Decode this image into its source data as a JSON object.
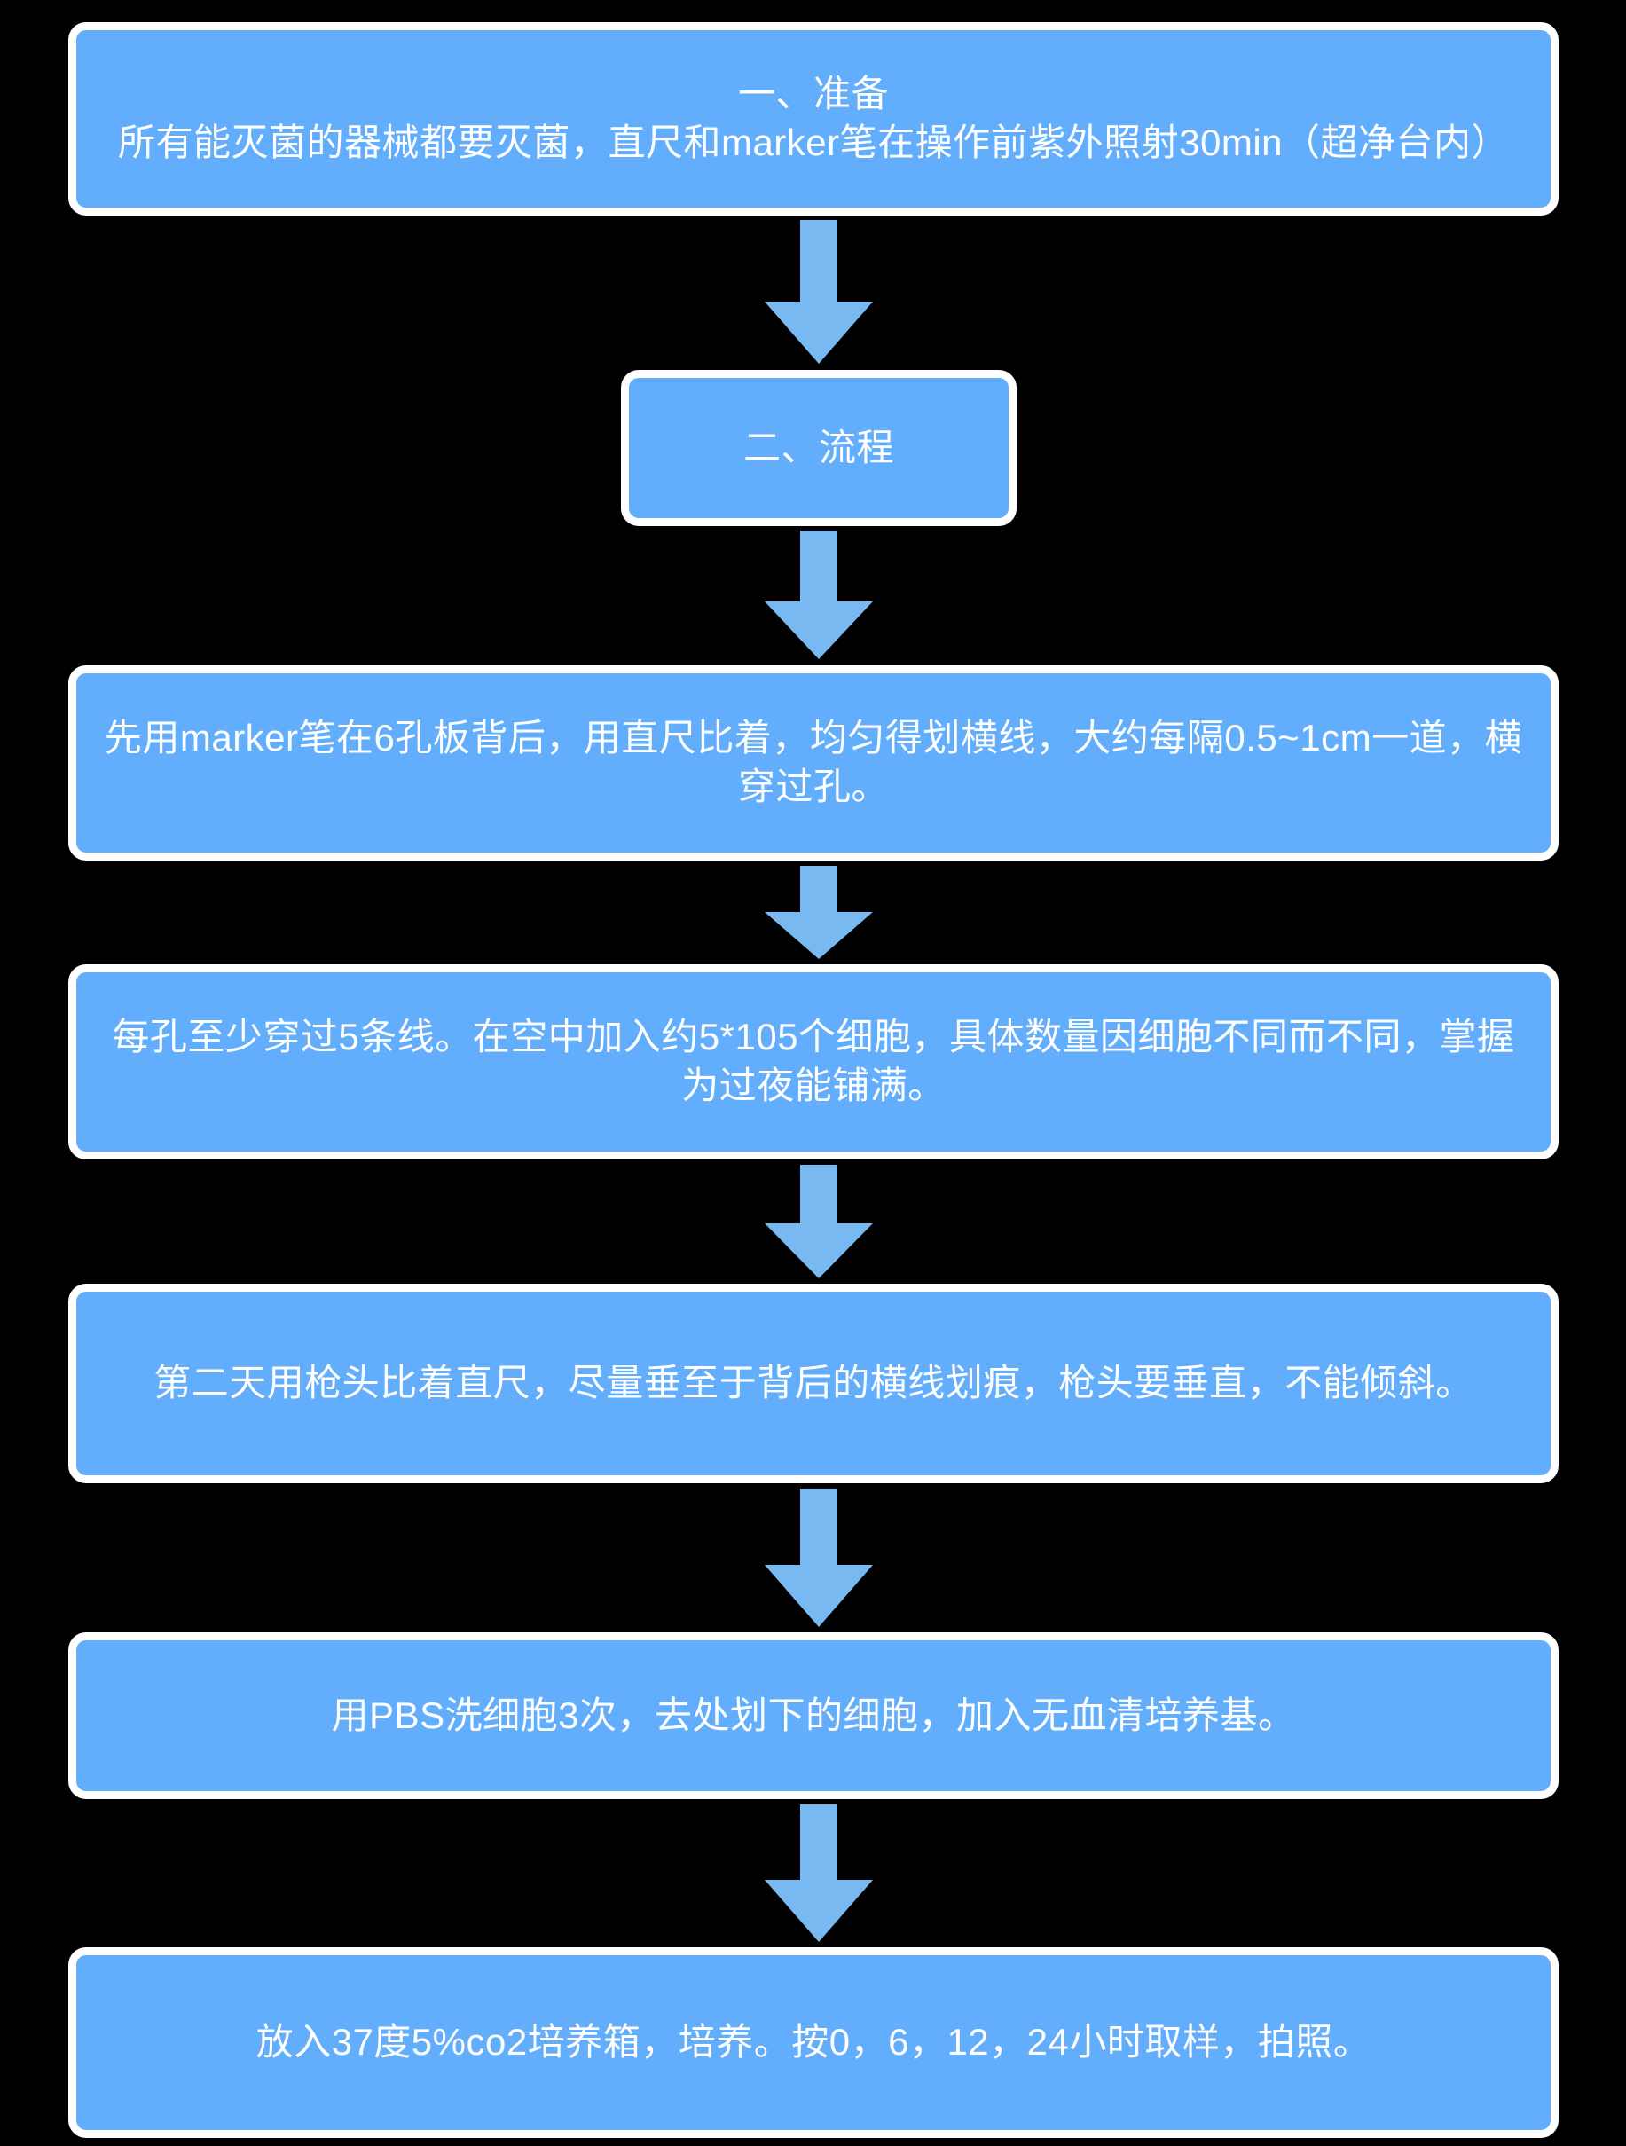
{
  "diagram": {
    "title": "细胞划痕实验流程图",
    "orientation": "top-to-bottom",
    "theme": {
      "node_fill": "#62AEFC",
      "node_border": "#FFFFFF",
      "node_text": "#FFFFFF",
      "arrow_fill": "#79B9F2",
      "background": "#000000"
    },
    "nodes": [
      {
        "id": "prep",
        "shape": "rounded-rect",
        "text": "一、准备\n所有能灭菌的器械都要灭菌，直尺和marker笔在操作前紫外照射30min（超净台内）"
      },
      {
        "id": "process",
        "shape": "rounded-rect",
        "text": "二、流程"
      },
      {
        "id": "step1",
        "shape": "rounded-rect",
        "text": "先用marker笔在6孔板背后，用直尺比着，均匀得划横线，大约每隔0.5~1cm一道，横穿过孔。"
      },
      {
        "id": "step2",
        "shape": "rounded-rect",
        "text": "每孔至少穿过5条线。在空中加入约5*105个细胞，具体数量因细胞不同而不同，掌握为过夜能铺满。"
      },
      {
        "id": "step3",
        "shape": "rounded-rect",
        "text": "第二天用枪头比着直尺，尽量垂至于背后的横线划痕，枪头要垂直，不能倾斜。"
      },
      {
        "id": "step4",
        "shape": "rounded-rect",
        "text": "用PBS洗细胞3次，去处划下的细胞，加入无血清培养基。"
      },
      {
        "id": "step5",
        "shape": "rounded-rect",
        "text": "放入37度5%co2培养箱，培养。按0，6，12，24小时取样，拍照。"
      }
    ],
    "edges": [
      {
        "id": "edge-1",
        "from": "prep",
        "to": "process",
        "marker": "down-arrow-icon"
      },
      {
        "id": "edge-2",
        "from": "process",
        "to": "step1",
        "marker": "down-arrow-icon"
      },
      {
        "id": "edge-3",
        "from": "step1",
        "to": "step2",
        "marker": "down-arrow-icon"
      },
      {
        "id": "edge-4",
        "from": "step2",
        "to": "step3",
        "marker": "down-arrow-icon"
      },
      {
        "id": "edge-5",
        "from": "step3",
        "to": "step4",
        "marker": "down-arrow-icon"
      },
      {
        "id": "edge-6",
        "from": "step4",
        "to": "step5",
        "marker": "down-arrow-icon"
      }
    ]
  }
}
